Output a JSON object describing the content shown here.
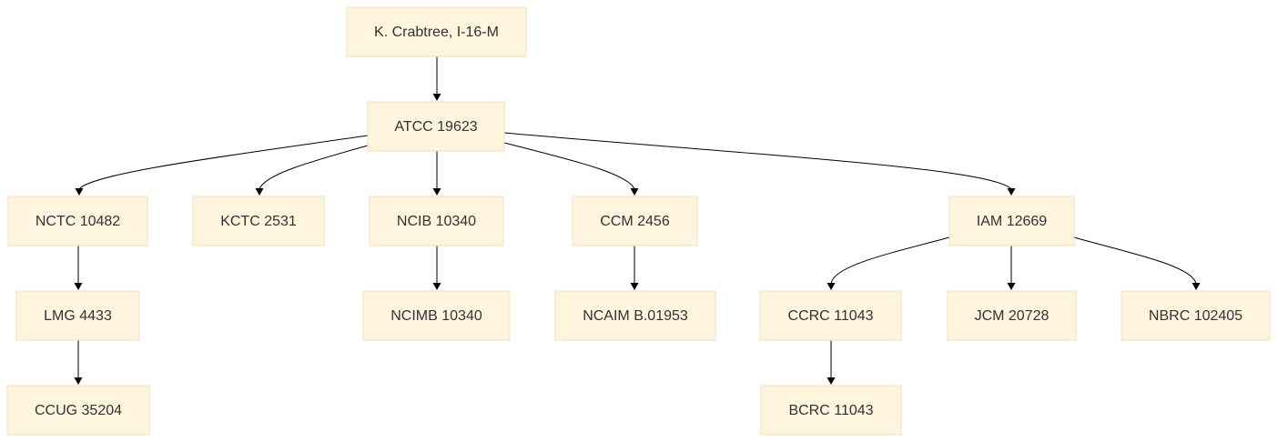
{
  "diagram": {
    "nodes": [
      {
        "id": "n0",
        "label": "K. Crabtree, I-16-M"
      },
      {
        "id": "n1",
        "label": "ATCC 19623"
      },
      {
        "id": "n2",
        "label": "NCTC 10482"
      },
      {
        "id": "n3",
        "label": "KCTC 2531"
      },
      {
        "id": "n4",
        "label": "NCIB 10340"
      },
      {
        "id": "n5",
        "label": "CCM 2456"
      },
      {
        "id": "n6",
        "label": "IAM 12669"
      },
      {
        "id": "n7",
        "label": "LMG 4433"
      },
      {
        "id": "n8",
        "label": "NCIMB 10340"
      },
      {
        "id": "n9",
        "label": "NCAIM B.01953"
      },
      {
        "id": "n10",
        "label": "CCRC 11043"
      },
      {
        "id": "n11",
        "label": "JCM 20728"
      },
      {
        "id": "n12",
        "label": "NBRC 102405"
      },
      {
        "id": "n13",
        "label": "CCUG 35204"
      },
      {
        "id": "n14",
        "label": "BCRC 11043"
      }
    ],
    "edges": [
      {
        "from": "n0",
        "to": "n1"
      },
      {
        "from": "n1",
        "to": "n2"
      },
      {
        "from": "n1",
        "to": "n3"
      },
      {
        "from": "n1",
        "to": "n4"
      },
      {
        "from": "n1",
        "to": "n5"
      },
      {
        "from": "n1",
        "to": "n6"
      },
      {
        "from": "n2",
        "to": "n7"
      },
      {
        "from": "n4",
        "to": "n8"
      },
      {
        "from": "n5",
        "to": "n9"
      },
      {
        "from": "n6",
        "to": "n10"
      },
      {
        "from": "n6",
        "to": "n11"
      },
      {
        "from": "n6",
        "to": "n12"
      },
      {
        "from": "n7",
        "to": "n13"
      },
      {
        "from": "n10",
        "to": "n14"
      }
    ]
  }
}
